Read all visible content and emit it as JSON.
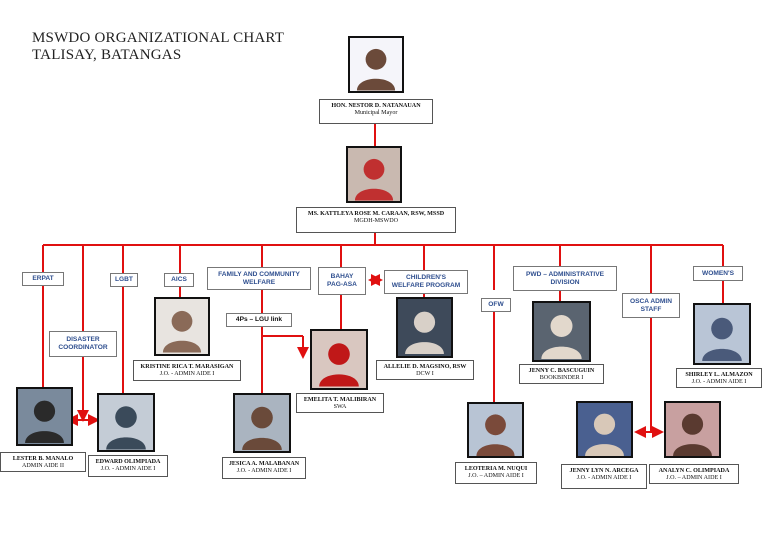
{
  "title": {
    "line1": "MSWDO ORGANIZATIONAL CHART",
    "line2": "TALISAY, BATANGAS"
  },
  "colors": {
    "connector": "#e01010",
    "label_text": "#2f4f8f"
  },
  "icons": [
    "person-photo"
  ],
  "people": {
    "mayor": {
      "name": "HON. NESTOR D. NATANAUAN",
      "position": "Municipal Mayor"
    },
    "head": {
      "name": "MS. KATTLEYA ROSE M. CARAAN, RSW, MSSD",
      "position": "MGDH-MSWDO"
    },
    "manalo": {
      "name": "LESTER B. MANALO",
      "position": "ADMIN AIDE II"
    },
    "olimpiada_e": {
      "name": "EDWARD OLIMPIADA",
      "position": "J.O. - ADMIN AIDE I"
    },
    "marasigan": {
      "name": "KRISTINE RICA T. MARASIGAN",
      "position": "J.O. - ADMIN AIDE I"
    },
    "malabanan": {
      "name": "JESICA A. MALABANAN",
      "position": "J.O. - ADMIN AIDE I"
    },
    "malibiran": {
      "name": "EMELITA T. MALIBIRAN",
      "position": "SWA"
    },
    "magsino": {
      "name": "ALLELIE D. MAGSINO, RSW",
      "position": "DCW I"
    },
    "nuqui": {
      "name": "LEOTERIA M. NUQUI",
      "position": "J.O. – ADMIN AIDE I"
    },
    "bascuguin": {
      "name": "JENNY C. BASCUGUIN",
      "position": "BOOKBINDER I"
    },
    "arcega": {
      "name": "JENNY LYN N. ARCEGA",
      "position": "J.O. - ADMIN AIDE I"
    },
    "olimpiada_a": {
      "name": "ANALYN C. OLIMPIADA",
      "position": "J.O. – ADMIN AIDE I"
    },
    "almazon": {
      "name": "SHIRLEY L. ALMAZON",
      "position": "J.O. - ADMIN AIDE I"
    }
  },
  "labels": {
    "erpat": "ERPAT",
    "disaster1": "DISASTER",
    "disaster2": "COORDINATOR",
    "lgbt": "LGBT",
    "aics": "AICS",
    "family1": "FAMILY AND COMMUNITY",
    "family2": "WELFARE",
    "fourps": "4Ps – LGU link",
    "bahay1": "BAHAY",
    "bahay2": "PAG-ASA",
    "children1": "CHILDREN'S",
    "children2": "WELFARE PROGRAM",
    "ofw": "OFW",
    "pwd1": "PWD – ADMINISTRATIVE",
    "pwd2": "DIVISION",
    "osca1": "OSCA ADMIN",
    "osca2": "STAFF",
    "womens": "WOMEN'S"
  }
}
